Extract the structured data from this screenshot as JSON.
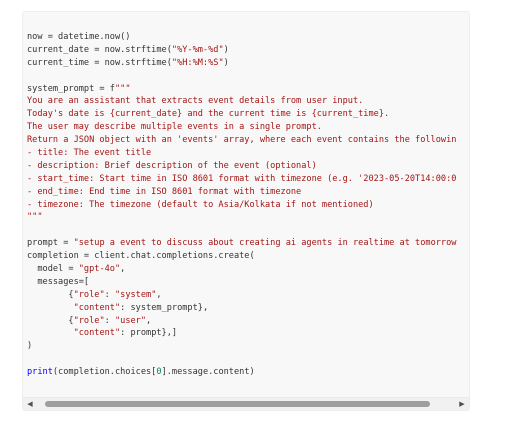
{
  "code": {
    "lines": [
      [
        {
          "t": "now = datetime.now()",
          "c": ""
        }
      ],
      [
        {
          "t": "current_date = now.strftime(",
          "c": ""
        },
        {
          "t": "\"%Y-%m-%d\"",
          "c": "str"
        },
        {
          "t": ")",
          "c": ""
        }
      ],
      [
        {
          "t": "current_time = now.strftime(",
          "c": ""
        },
        {
          "t": "\"%H:%M:%S\"",
          "c": "str"
        },
        {
          "t": ")",
          "c": ""
        }
      ],
      [
        {
          "t": "",
          "c": ""
        }
      ],
      [
        {
          "t": "system_prompt = f",
          "c": ""
        },
        {
          "t": "\"\"\"",
          "c": "str"
        }
      ],
      [
        {
          "t": "You are an assistant that extracts event details from user input.",
          "c": "str"
        }
      ],
      [
        {
          "t": "Today's date is {current_date} and the current time is {current_time}.",
          "c": "str"
        }
      ],
      [
        {
          "t": "The user may describe multiple events in a single prompt.",
          "c": "str"
        }
      ],
      [
        {
          "t": "Return a JSON object with an 'events' array, where each event contains the followin",
          "c": "str"
        }
      ],
      [
        {
          "t": "- title: The event title",
          "c": "str"
        }
      ],
      [
        {
          "t": "- description: Brief description of the event (optional)",
          "c": "str"
        }
      ],
      [
        {
          "t": "- start_time: Start time in ISO 8601 format with timezone (e.g. '2023-05-20T14:00:0",
          "c": "str"
        }
      ],
      [
        {
          "t": "- end_time: End time in ISO 8601 format with timezone",
          "c": "str"
        }
      ],
      [
        {
          "t": "- timezone: The timezone (default to Asia/Kolkata if not mentioned)",
          "c": "str"
        }
      ],
      [
        {
          "t": "\"\"\"",
          "c": "str"
        }
      ],
      [
        {
          "t": "",
          "c": ""
        }
      ],
      [
        {
          "t": "prompt = ",
          "c": ""
        },
        {
          "t": "\"setup a event to discuss about creating ai agents in realtime at tomorrow",
          "c": "str"
        }
      ],
      [
        {
          "t": "completion = client.chat.completions.create(",
          "c": ""
        }
      ],
      [
        {
          "t": "  model = ",
          "c": ""
        },
        {
          "t": "\"gpt-4o\"",
          "c": "str"
        },
        {
          "t": ",",
          "c": ""
        }
      ],
      [
        {
          "t": "  messages=[",
          "c": ""
        }
      ],
      [
        {
          "t": "        {",
          "c": ""
        },
        {
          "t": "\"role\"",
          "c": "str"
        },
        {
          "t": ": ",
          "c": ""
        },
        {
          "t": "\"system\"",
          "c": "str"
        },
        {
          "t": ",",
          "c": ""
        }
      ],
      [
        {
          "t": "         ",
          "c": ""
        },
        {
          "t": "\"content\"",
          "c": "str"
        },
        {
          "t": ": system_prompt},",
          "c": ""
        }
      ],
      [
        {
          "t": "        {",
          "c": ""
        },
        {
          "t": "\"role\"",
          "c": "str"
        },
        {
          "t": ": ",
          "c": ""
        },
        {
          "t": "\"user\"",
          "c": "str"
        },
        {
          "t": ",",
          "c": ""
        }
      ],
      [
        {
          "t": "         ",
          "c": ""
        },
        {
          "t": "\"content\"",
          "c": "str"
        },
        {
          "t": ": prompt},]",
          "c": ""
        }
      ],
      [
        {
          "t": ")",
          "c": ""
        }
      ],
      [
        {
          "t": "",
          "c": ""
        }
      ],
      [
        {
          "t": "print",
          "c": "kw"
        },
        {
          "t": "(completion.choices[",
          "c": ""
        },
        {
          "t": "0",
          "c": "num"
        },
        {
          "t": "].message.content)",
          "c": ""
        }
      ]
    ]
  },
  "scrollbar": {
    "left_icon": "triangle-left-icon",
    "right_icon": "triangle-right-icon"
  },
  "colors": {
    "string": "#a31515",
    "keyword": "#0000ff",
    "number": "#098658",
    "text": "#333333",
    "background": "#f8f8f8"
  }
}
